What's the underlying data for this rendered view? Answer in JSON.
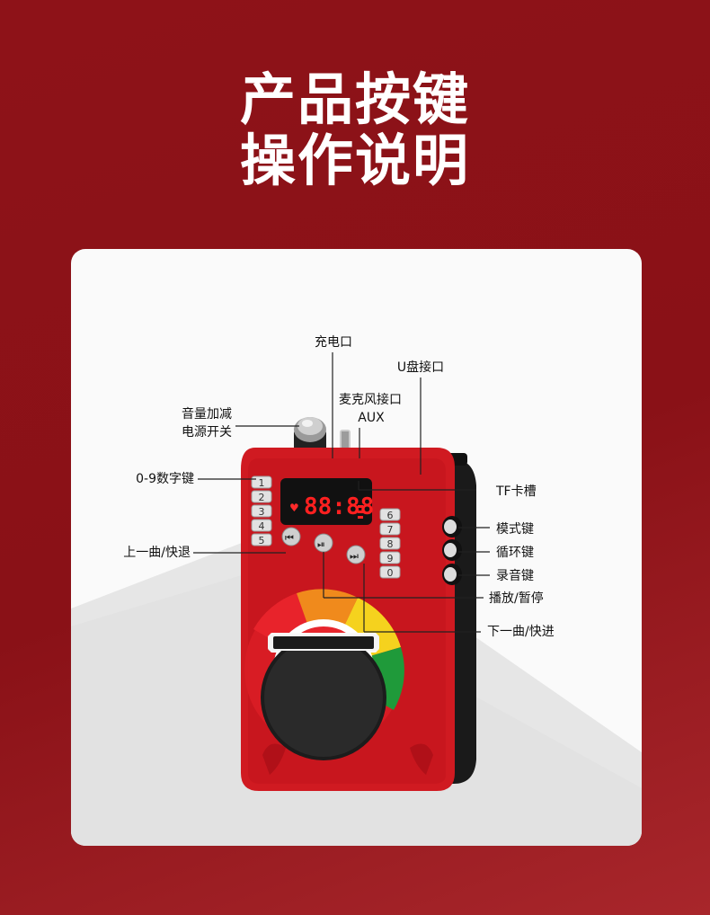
{
  "title": {
    "line1": "产品按键",
    "line2": "操作说明"
  },
  "display": {
    "digits": "88:88"
  },
  "keypad": {
    "left_keys": [
      "1",
      "2",
      "3",
      "4",
      "5"
    ],
    "right_keys": [
      "6",
      "7",
      "8",
      "9",
      "0"
    ]
  },
  "labels": {
    "charge_port": "充电口",
    "usb_port": "U盘接口",
    "mic_port": "麦克风接口",
    "aux": "AUX",
    "volume_line1": "音量加减",
    "volume_line2": "电源开关",
    "number_keys": "0-9数字键",
    "tf_slot": "TF卡槽",
    "mode_key": "模式键",
    "loop_key": "循环键",
    "record_key": "录音键",
    "prev_key": "上一曲/快退",
    "play_pause": "播放/暂停",
    "next_key": "下一曲/快进"
  },
  "colors": {
    "background": "#8e1218",
    "device_red": "#d21a22",
    "orange": "#f08a1c",
    "green": "#1f9a3a"
  }
}
